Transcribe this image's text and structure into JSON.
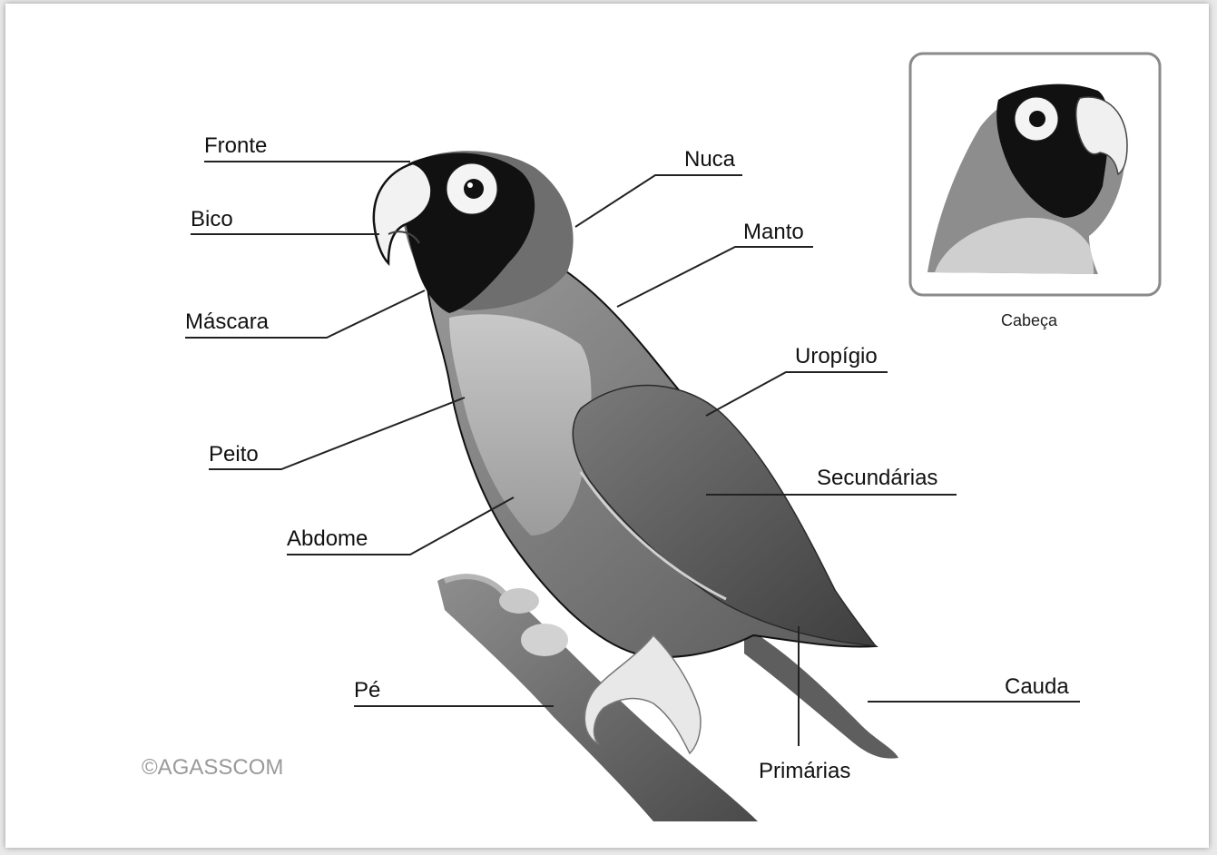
{
  "diagram": {
    "labels": {
      "fronte": "Fronte",
      "bico": "Bico",
      "mascara": "Máscara",
      "peito": "Peito",
      "abdome": "Abdome",
      "pe": "Pé",
      "nuca": "Nuca",
      "manto": "Manto",
      "uropigio": "Uropígio",
      "secundarias": "Secundárias",
      "cauda": "Cauda",
      "primarias": "Primárias"
    },
    "inset": {
      "caption": "Cabeça"
    },
    "watermark": "©AGASSCOM"
  },
  "colors": {
    "mask": "#111111",
    "plumage": "#7a7a7a",
    "chest": "#b9b9b9",
    "wing": "#5c5c5c",
    "branch": "#6a6a6a",
    "leader_line": "#222222"
  }
}
